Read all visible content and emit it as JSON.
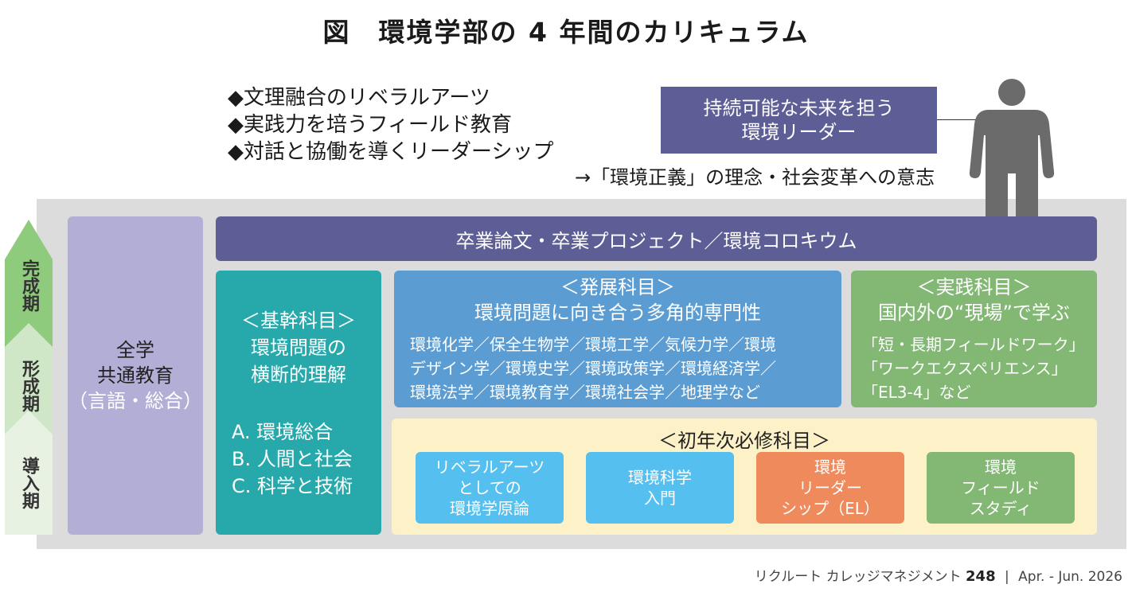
{
  "title": "図　環境学部の 4 年間のカリキュラム",
  "features": [
    "◆文理融合のリベラルアーツ",
    "◆実践力を培うフィールド教育",
    "◆対話と協働を導くリーダーシップ"
  ],
  "goal": {
    "line1": "持続可能な未来を担う",
    "line2": "環境リーダー",
    "note": "→「環境正義」の理念・社会変革への意志"
  },
  "stages": [
    "完成期",
    "形成期",
    "導入期"
  ],
  "common": {
    "line1": "全学",
    "line2": "共通教育",
    "line3": "（言語・総合）"
  },
  "graduation": "卒業論文・卒業プロジェクト／環境コロキウム",
  "core": {
    "heading": "＜基幹科目＞",
    "line1": "環境問題の",
    "line2": "横断的理解",
    "items": [
      "A. 環境総合",
      "B. 人間と社会",
      "C. 科学と技術"
    ]
  },
  "development": {
    "heading": "＜発展科目＞",
    "subheading": "環境問題に向き合う多角的専門性",
    "lines": [
      "環境化学／保全生物学／環境工学／気候力学／環境",
      "デザイン学／環境史学／環境政策学／環境経済学／",
      "環境法学／環境教育学／環境社会学／地理学など"
    ]
  },
  "practice": {
    "heading": "＜実践科目＞",
    "subheading": "国内外の“現場”で学ぶ",
    "lines": [
      "「短・長期フィールドワーク」",
      "「ワークエクスペリエンス」",
      "「EL3-4」など"
    ]
  },
  "first_year": {
    "heading": "＜初年次必修科目＞",
    "courses": [
      {
        "lines": [
          "リベラルアーツ",
          "としての",
          "環境学原論"
        ],
        "color": "#55c0ef"
      },
      {
        "lines": [
          "環境科学",
          "入門"
        ],
        "color": "#55c0ef"
      },
      {
        "lines": [
          "環境",
          "リーダー",
          "シップ（EL）"
        ],
        "color": "#ef8a5c"
      },
      {
        "lines": [
          "環境",
          "フィールド",
          "スタディ"
        ],
        "color": "#83b774"
      }
    ]
  },
  "footer": {
    "publication": "リクルート カレッジマネジメント",
    "issue": "248",
    "separator": "|",
    "date": "Apr. - Jun. 2026"
  },
  "colors": {
    "navy": "#5d5e95",
    "teal": "#27a9ac",
    "blue": "#5b9dd3",
    "green": "#83b774",
    "lavender": "#b3aed6",
    "cream": "#fdf1c8",
    "arrow_green": "#9fd18e"
  }
}
